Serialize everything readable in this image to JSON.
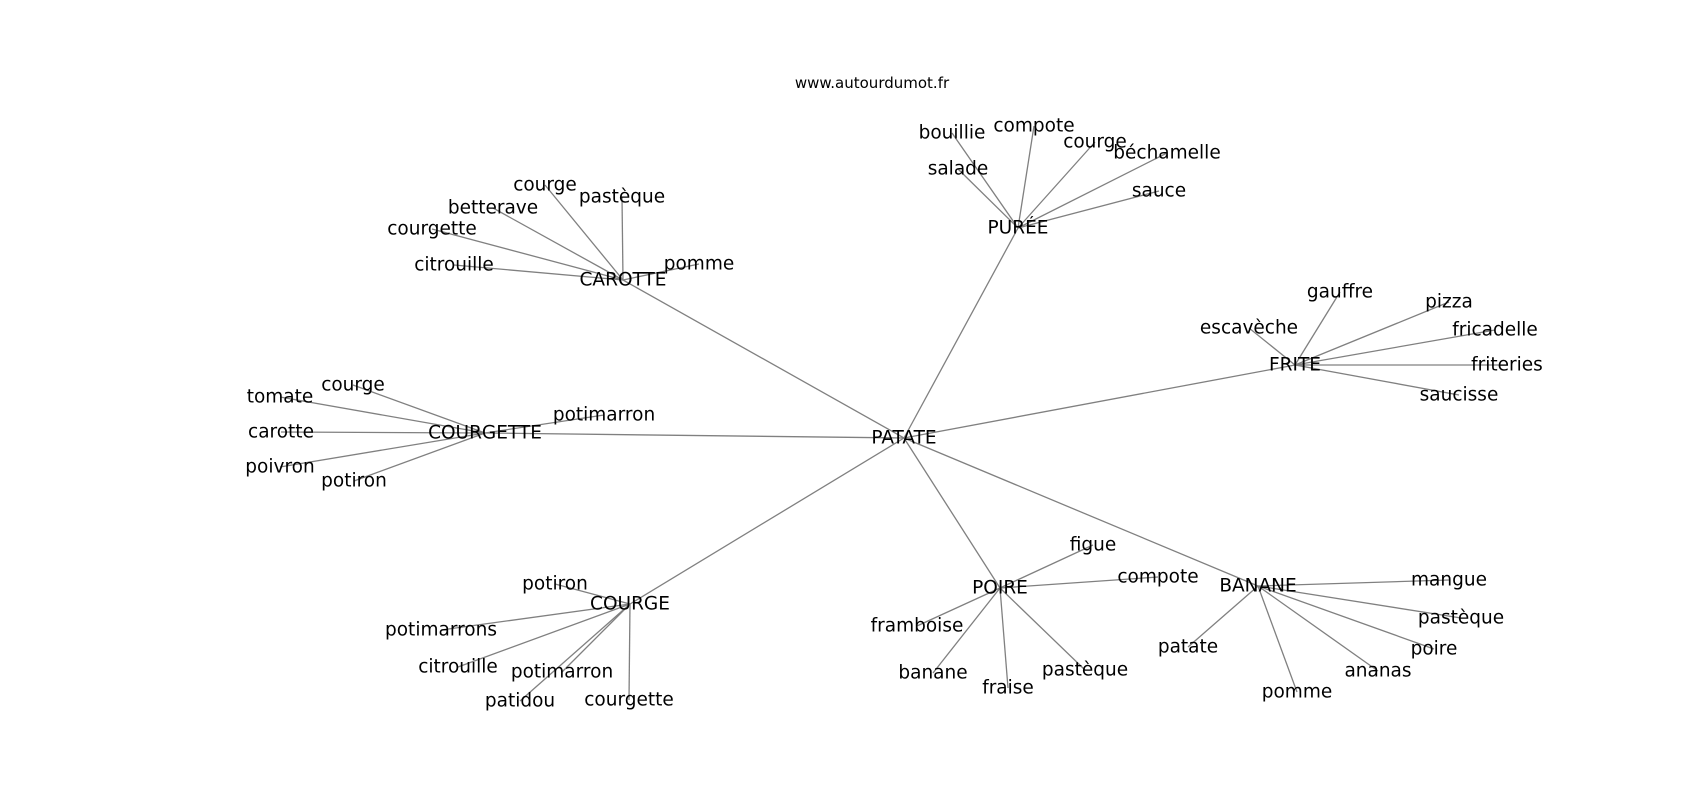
{
  "header": {
    "site": "www.autourdumot.fr"
  },
  "graph": {
    "center": {
      "id": "PATATE",
      "label": "PATATE"
    },
    "clusters": [
      {
        "id": "PUREE",
        "label": "PURÉE",
        "leaves": [
          "bouillie",
          "compote",
          "courge",
          "béchamelle",
          "salade",
          "sauce"
        ]
      },
      {
        "id": "CAROTTE",
        "label": "CAROTTE",
        "leaves": [
          "courge",
          "pastèque",
          "betterave",
          "courgette",
          "citrouille",
          "pomme"
        ]
      },
      {
        "id": "FRITE",
        "label": "FRITE",
        "leaves": [
          "gauffre",
          "pizza",
          "escavèche",
          "fricadelle",
          "friteries",
          "saucisse"
        ]
      },
      {
        "id": "COURGETTE",
        "label": "COURGETTE",
        "leaves": [
          "courge",
          "tomate",
          "carotte",
          "poivron",
          "potiron",
          "potimarron"
        ]
      },
      {
        "id": "COURGE",
        "label": "COURGE",
        "leaves": [
          "potiron",
          "potimarrons",
          "citrouille",
          "potimarron",
          "patidou",
          "courgette"
        ]
      },
      {
        "id": "POIRE",
        "label": "POIRE",
        "leaves": [
          "figue",
          "compote",
          "framboise",
          "banane",
          "fraise",
          "pastèque"
        ]
      },
      {
        "id": "BANANE",
        "label": "BANANE",
        "leaves": [
          "mangue",
          "pastèque",
          "poire",
          "ananas",
          "pomme",
          "patate"
        ]
      }
    ]
  }
}
